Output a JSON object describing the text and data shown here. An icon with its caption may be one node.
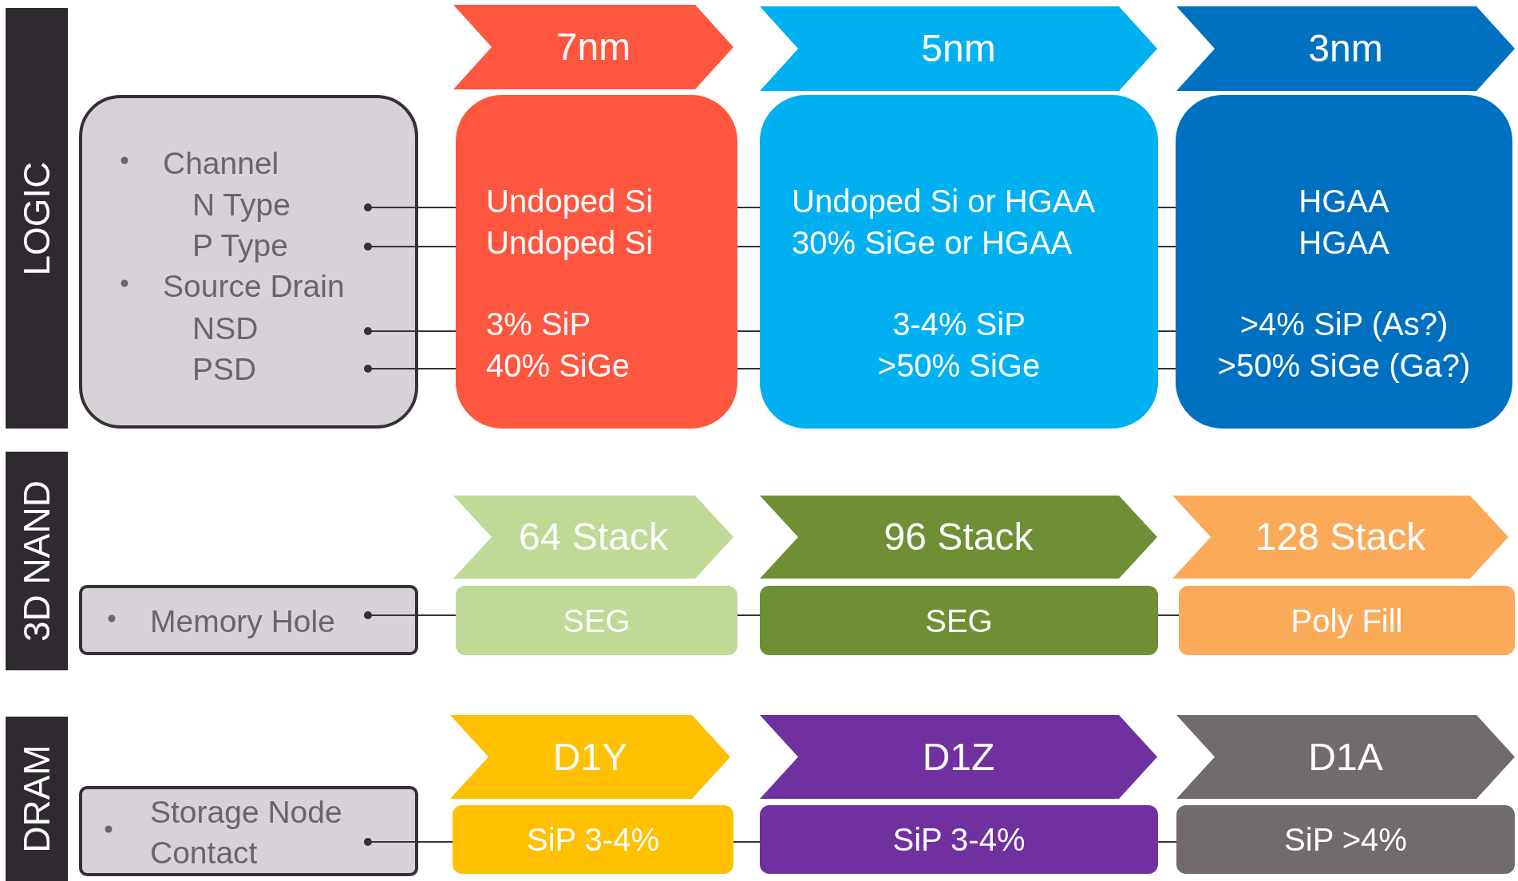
{
  "diagram": {
    "nodes": [
      {
        "text": [
          "LOGIC"
        ]
      },
      {
        "text": [
          "7nm"
        ]
      },
      {
        "text": [
          "5nm"
        ]
      },
      {
        "text": [
          "3nm"
        ]
      },
      {
        "text": [
          "Channel",
          "N Type",
          "P Type",
          "Source Drain",
          "NSD",
          "PSD"
        ]
      },
      {
        "text": [
          "Undoped Si",
          "Undoped Si",
          "3% SiP",
          "40% SiGe"
        ]
      },
      {
        "text": [
          "Undoped Si or HGAA",
          "30% SiGe or HGAA",
          "3-4% SiP",
          ">50% SiGe"
        ]
      },
      {
        "text": [
          "HGAA",
          "HGAA",
          ">4% SiP (As?)",
          ">50% SiGe (Ga?)"
        ]
      },
      {
        "text": [
          "3D NAND"
        ]
      },
      {
        "text": [
          "64 Stack"
        ]
      },
      {
        "text": [
          "96 Stack"
        ]
      },
      {
        "text": [
          "128 Stack"
        ]
      },
      {
        "text": [
          "Memory Hole"
        ]
      },
      {
        "text": [
          "SEG"
        ]
      },
      {
        "text": [
          "SEG"
        ]
      },
      {
        "text": [
          "Poly Fill"
        ]
      },
      {
        "text": [
          "DRAM"
        ]
      },
      {
        "text": [
          "D1Y"
        ]
      },
      {
        "text": [
          "D1Z"
        ]
      },
      {
        "text": [
          "D1A"
        ]
      },
      {
        "text": [
          "Storage Node Contact"
        ]
      },
      {
        "text": [
          "SiP 3-4%"
        ]
      },
      {
        "text": [
          "SiP 3-4%"
        ]
      },
      {
        "text": [
          "SiP >4%"
        ]
      }
    ],
    "edges": [
      {
        "from": 4,
        "to": 5,
        "arrow": "other"
      },
      {
        "from": 4,
        "to": 5,
        "arrow": "other"
      },
      {
        "from": 4,
        "to": 5,
        "arrow": "other"
      },
      {
        "from": 4,
        "to": 5,
        "arrow": "other"
      },
      {
        "from": 5,
        "to": 6,
        "arrow": "none"
      },
      {
        "from": 5,
        "to": 6,
        "arrow": "none"
      },
      {
        "from": 5,
        "to": 6,
        "arrow": "none"
      },
      {
        "from": 5,
        "to": 6,
        "arrow": "none"
      },
      {
        "from": 6,
        "to": 7,
        "arrow": "none"
      },
      {
        "from": 6,
        "to": 7,
        "arrow": "none"
      },
      {
        "from": 6,
        "to": 7,
        "arrow": "none"
      },
      {
        "from": 6,
        "to": 7,
        "arrow": "none"
      },
      {
        "from": 12,
        "to": 13,
        "arrow": "other"
      },
      {
        "from": 13,
        "to": 14,
        "arrow": "none"
      },
      {
        "from": 14,
        "to": 15,
        "arrow": "none"
      },
      {
        "from": 20,
        "to": 21,
        "arrow": "other"
      },
      {
        "from": 21,
        "to": 22,
        "arrow": "none"
      },
      {
        "from": 22,
        "to": 23,
        "arrow": "none"
      }
    ]
  }
}
